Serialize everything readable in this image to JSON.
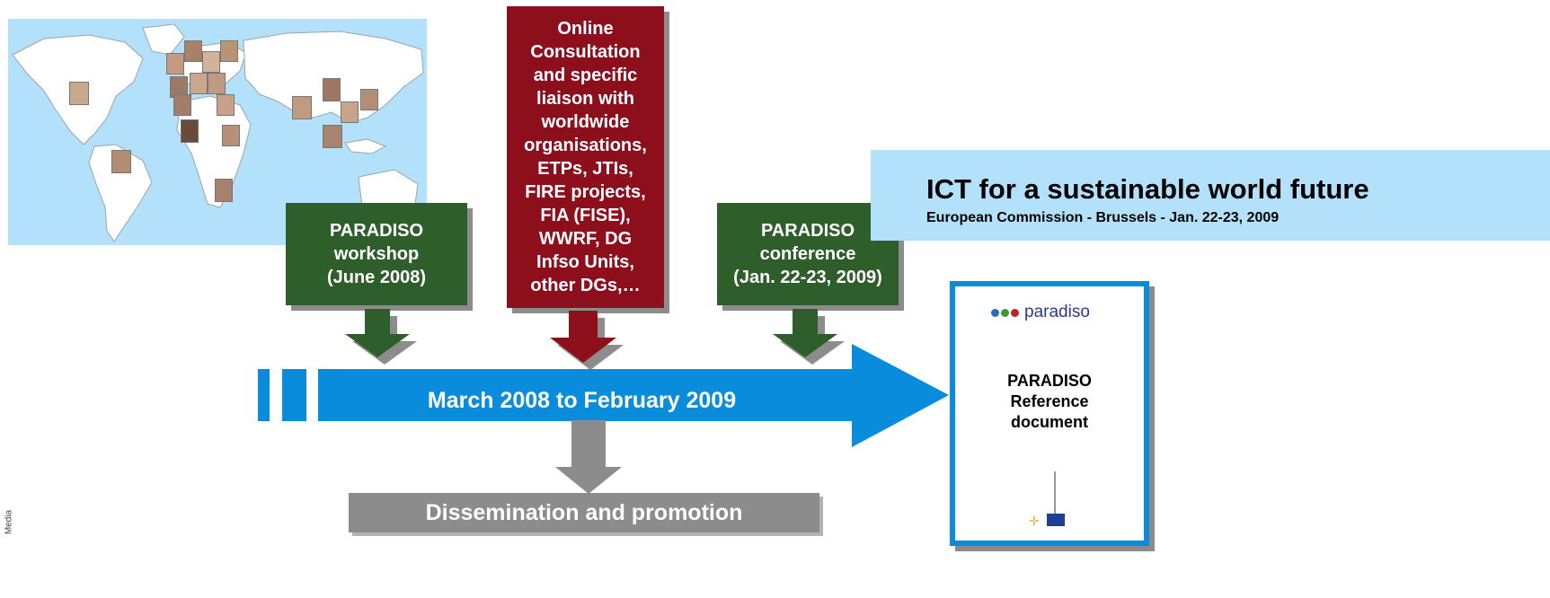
{
  "colors": {
    "green": "#2e5f2b",
    "red": "#8e0f1c",
    "blue": "#0a8cdc",
    "lightblue": "#b3e0fa",
    "grey": "#8c8c8c"
  },
  "workshop": {
    "lines": [
      "PARADISO",
      "workshop",
      "(June 2008)"
    ]
  },
  "consultation": {
    "lines": [
      "Online",
      "Consultation",
      "and specific",
      "liaison with",
      "worldwide",
      "organisations,",
      "ETPs, JTIs,",
      "FIRE projects,",
      "FIA (FISE),",
      "WWRF, DG",
      "Infso Units,",
      "other DGs,…"
    ]
  },
  "conference": {
    "lines": [
      "PARADISO",
      "conference",
      "(Jan. 22-23, 2009)"
    ]
  },
  "timeline": {
    "label": "March 2008 to February 2009"
  },
  "dissemination": {
    "label": "Dissemination and promotion"
  },
  "event": {
    "title": "ICT for a sustainable world future",
    "subtitle": "European Commission - Brussels - Jan. 22-23, 2009"
  },
  "document": {
    "logo_text": "paradiso",
    "title_lines": [
      "PARADISO",
      "Reference",
      "document"
    ]
  },
  "side_label": "Media"
}
